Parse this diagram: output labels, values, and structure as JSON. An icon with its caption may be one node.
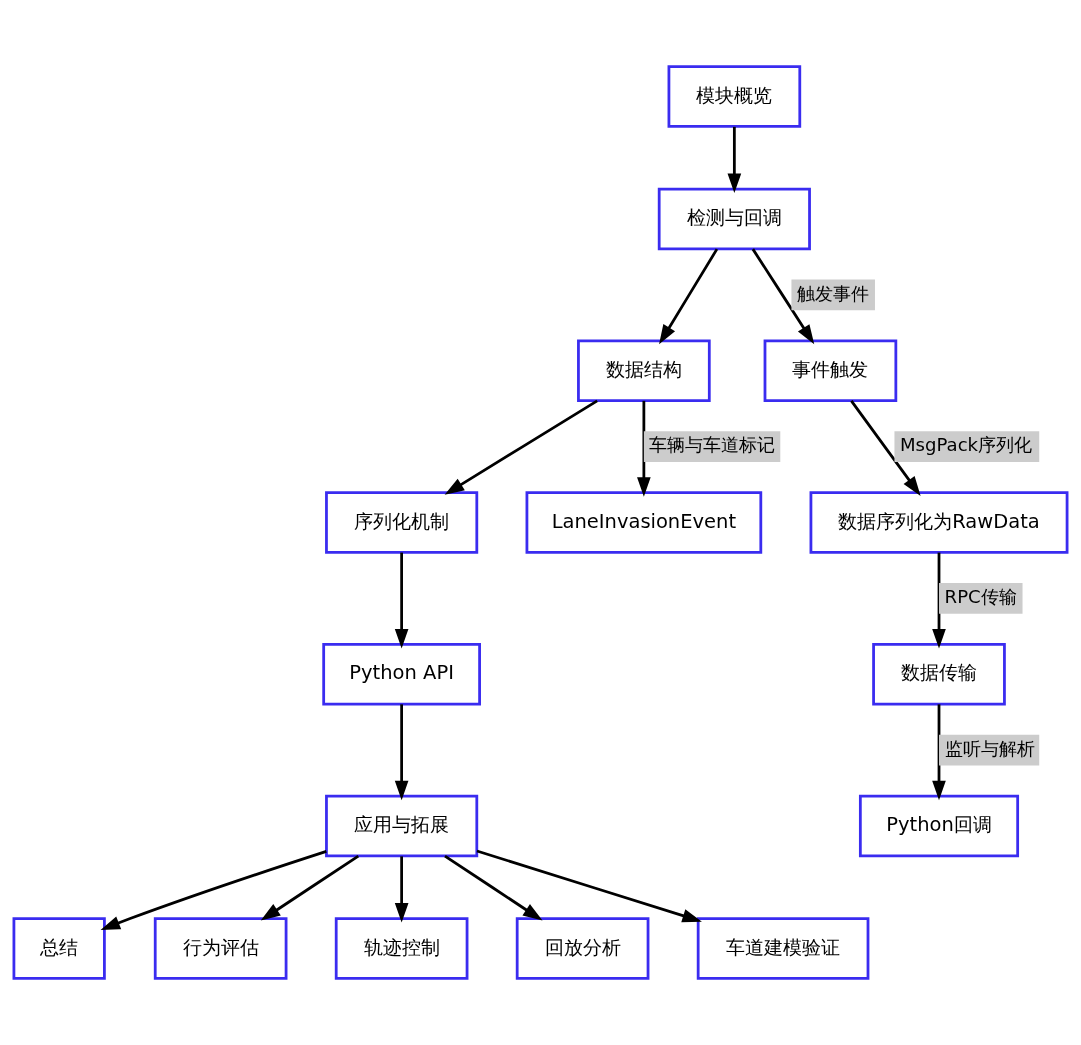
{
  "diagram": {
    "nodes": [
      {
        "text": [
          "模块概览"
        ]
      },
      {
        "text": [
          "检测与回调"
        ]
      },
      {
        "text": [
          "数据结构"
        ]
      },
      {
        "text": [
          "事件触发"
        ]
      },
      {
        "text": [
          "序列化机制"
        ]
      },
      {
        "text": [
          "LaneInvasionEvent"
        ]
      },
      {
        "text": [
          "数据序列化为RawData"
        ]
      },
      {
        "text": [
          "Python API"
        ]
      },
      {
        "text": [
          "数据传输"
        ]
      },
      {
        "text": [
          "应用与拓展"
        ]
      },
      {
        "text": [
          "Python回调"
        ]
      },
      {
        "text": [
          "总结"
        ]
      },
      {
        "text": [
          "行为评估"
        ]
      },
      {
        "text": [
          "轨迹控制"
        ]
      },
      {
        "text": [
          "回放分析"
        ]
      },
      {
        "text": [
          "车道建模验证"
        ]
      }
    ],
    "edges": [
      {
        "from": 0,
        "to": 1,
        "arrow": "to"
      },
      {
        "from": 1,
        "to": 2,
        "arrow": "to"
      },
      {
        "from": 1,
        "to": 3,
        "arrow": "to",
        "label": "触发事件"
      },
      {
        "from": 2,
        "to": 4,
        "arrow": "to"
      },
      {
        "from": 2,
        "to": 5,
        "arrow": "to",
        "label": "车辆与车道标记"
      },
      {
        "from": 3,
        "to": 6,
        "arrow": "to",
        "label": "MsgPack序列化"
      },
      {
        "from": 4,
        "to": 7,
        "arrow": "to"
      },
      {
        "from": 6,
        "to": 8,
        "arrow": "to",
        "label": "RPC传输"
      },
      {
        "from": 7,
        "to": 9,
        "arrow": "to"
      },
      {
        "from": 8,
        "to": 10,
        "arrow": "to",
        "label": "监听与解析"
      },
      {
        "from": 9,
        "to": 11,
        "arrow": "to"
      },
      {
        "from": 9,
        "to": 12,
        "arrow": "to"
      },
      {
        "from": 9,
        "to": 13,
        "arrow": "to"
      },
      {
        "from": 9,
        "to": 14,
        "arrow": "to"
      },
      {
        "from": 9,
        "to": 15,
        "arrow": "to"
      }
    ]
  }
}
